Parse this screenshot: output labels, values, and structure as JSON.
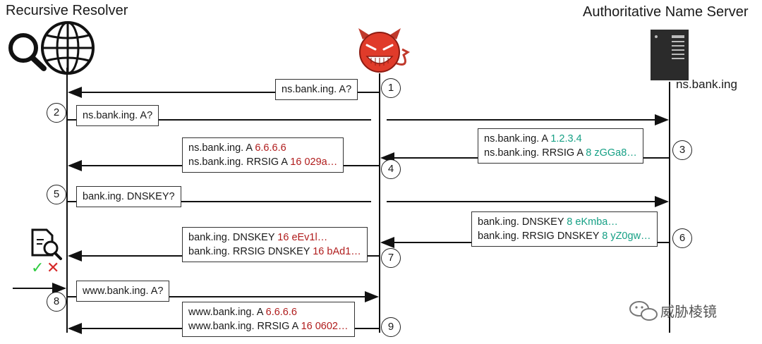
{
  "actors": {
    "resolver": "Recursive Resolver",
    "authoritative": "Authoritative Name Server",
    "server_name": "ns.bank.ing"
  },
  "messages": [
    {
      "num": "1",
      "lines": [
        [
          {
            "t": "ns.bank.ing. A?",
            "c": ""
          }
        ]
      ]
    },
    {
      "num": "2",
      "lines": [
        [
          {
            "t": "ns.bank.ing. A?",
            "c": ""
          }
        ]
      ]
    },
    {
      "num": "3",
      "lines": [
        [
          {
            "t": "ns.bank.ing. A ",
            "c": ""
          },
          {
            "t": "1.2.3.4",
            "c": "green"
          }
        ],
        [
          {
            "t": "ns.bank.ing. RRSIG A ",
            "c": ""
          },
          {
            "t": "8 zGGa8…",
            "c": "green"
          }
        ]
      ]
    },
    {
      "num": "4",
      "lines": [
        [
          {
            "t": "ns.bank.ing. A ",
            "c": ""
          },
          {
            "t": "6.6.6.6",
            "c": "red"
          }
        ],
        [
          {
            "t": "ns.bank.ing. RRSIG A ",
            "c": ""
          },
          {
            "t": "16 029a…",
            "c": "red"
          }
        ]
      ]
    },
    {
      "num": "5",
      "lines": [
        [
          {
            "t": "bank.ing. DNSKEY?",
            "c": ""
          }
        ]
      ]
    },
    {
      "num": "6",
      "lines": [
        [
          {
            "t": "bank.ing. DNSKEY ",
            "c": ""
          },
          {
            "t": "8 eKmba…",
            "c": "green"
          }
        ],
        [
          {
            "t": "bank.ing. RRSIG DNSKEY ",
            "c": ""
          },
          {
            "t": "8 yZ0gw…",
            "c": "green"
          }
        ]
      ]
    },
    {
      "num": "7",
      "lines": [
        [
          {
            "t": "bank.ing. DNSKEY ",
            "c": ""
          },
          {
            "t": "16 eEv1l…",
            "c": "red"
          }
        ],
        [
          {
            "t": "bank.ing. RRSIG DNSKEY ",
            "c": ""
          },
          {
            "t": "16 bAd1…",
            "c": "red"
          }
        ]
      ]
    },
    {
      "num": "8",
      "lines": [
        [
          {
            "t": "www.bank.ing. A?",
            "c": ""
          }
        ]
      ]
    },
    {
      "num": "9",
      "lines": [
        [
          {
            "t": "www.bank.ing. A ",
            "c": ""
          },
          {
            "t": "6.6.6.6",
            "c": "red"
          }
        ],
        [
          {
            "t": "www.bank.ing. RRSIG A ",
            "c": ""
          },
          {
            "t": "16 0602…",
            "c": "red"
          }
        ]
      ]
    }
  ],
  "icons": {
    "resolver": "magnifier-globe-icon",
    "attacker": "devil-face-icon",
    "server": "server-rack-icon",
    "validation": "document-inspect-icon",
    "check": "✓",
    "cross": "✕"
  },
  "colors": {
    "ok": "#16a085",
    "bad": "#b01c1c",
    "line": "#111111"
  },
  "watermark": "威胁棱镜"
}
